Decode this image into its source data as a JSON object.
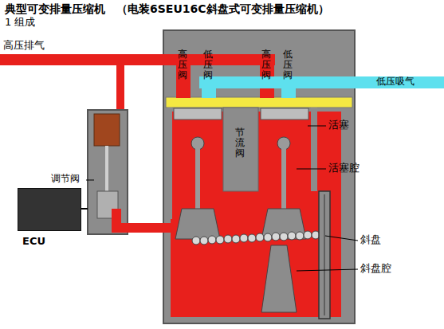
{
  "diagram": {
    "title": "典型可变排量压缩机　（电装6SEU16C斜盘式可变排量压缩机）",
    "nodes": [
      {
        "text": [
          "ECU"
        ]
      }
    ],
    "labels": [
      "1 组成",
      "高压排气",
      "低压吸气",
      "高压阀",
      "低压阀",
      "高压阀",
      "低压阀",
      "节流阀",
      "活塞",
      "活塞腔",
      "斜盘",
      "斜盘腔",
      "调节阀"
    ]
  }
}
